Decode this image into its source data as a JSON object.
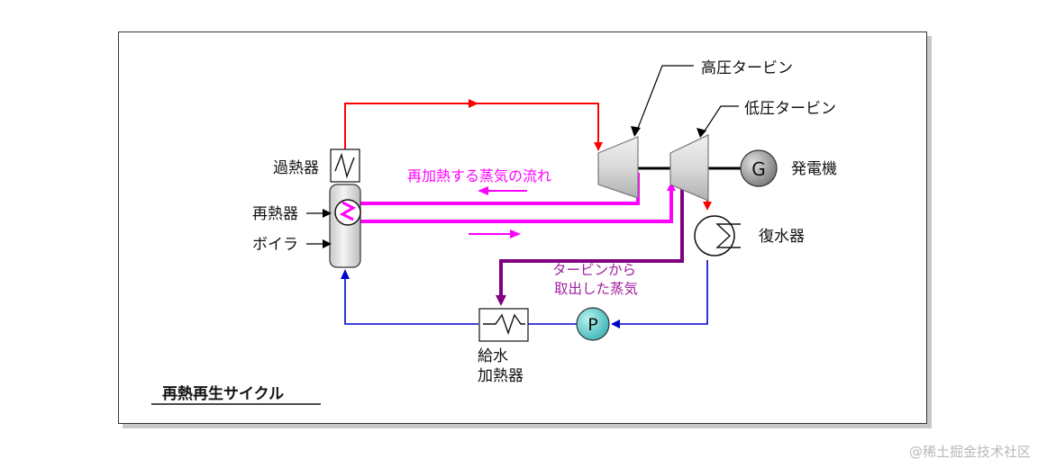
{
  "diagram": {
    "title": "再熱再生サイクル",
    "labels": {
      "superheater": "過熱器",
      "reheater": "再熱器",
      "boiler": "ボイラ",
      "hp_turbine": "高圧タービン",
      "lp_turbine": "低圧タービン",
      "generator": "発電機",
      "generator_symbol": "G",
      "condenser": "復水器",
      "pump_symbol": "P",
      "feedwater_heater_line1": "給水",
      "feedwater_heater_line2": "加熱器",
      "reheat_flow": "再加熱する蒸気の流れ",
      "extraction_line1": "タービンから",
      "extraction_line2": "取出した蒸気"
    },
    "colors": {
      "main_steam": "#ff0000",
      "reheat_steam": "#ff00ff",
      "extraction_steam": "#800080",
      "feedwater": "#0000cc",
      "pump_fill": "#5fd5d5",
      "generator_fill": "#9a9a9a"
    }
  },
  "watermark": "@稀土掘金技术社区"
}
